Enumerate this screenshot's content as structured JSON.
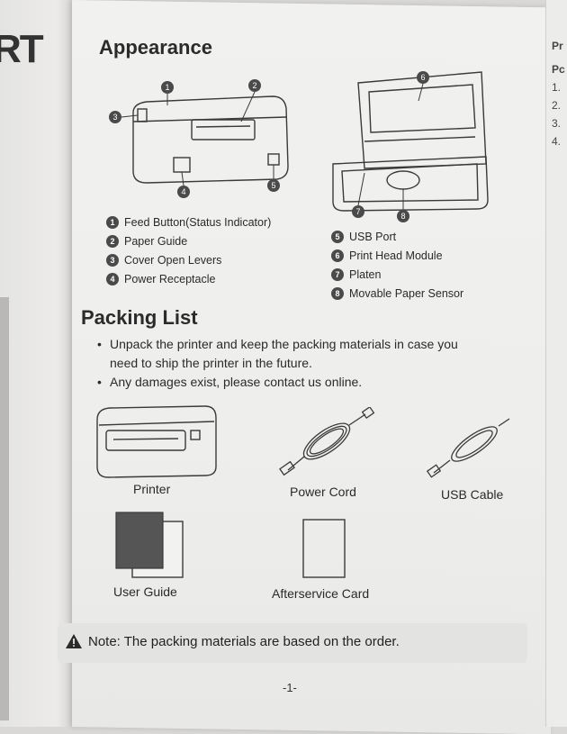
{
  "left_page": {
    "logo_fragment": "RT"
  },
  "right_page": {
    "lines": [
      "Pr",
      "Pc",
      "1.",
      "2.",
      "3.",
      "4."
    ]
  },
  "appearance": {
    "title": "Appearance",
    "callouts_left": [
      {
        "num": "1",
        "label": "Feed Button(Status Indicator)"
      },
      {
        "num": "2",
        "label": "Paper Guide"
      },
      {
        "num": "3",
        "label": "Cover Open Levers"
      },
      {
        "num": "4",
        "label": "Power Receptacle"
      }
    ],
    "callouts_right": [
      {
        "num": "5",
        "label": "USB Port"
      },
      {
        "num": "6",
        "label": "Print Head Module"
      },
      {
        "num": "7",
        "label": "Platen"
      },
      {
        "num": "8",
        "label": "Movable Paper Sensor"
      }
    ]
  },
  "packing": {
    "title": "Packing List",
    "bullets": [
      "Unpack the printer and keep the packing materials in case you need to ship the printer in the future.",
      "Any damages exist, please contact us online."
    ],
    "items": {
      "printer": "Printer",
      "power_cord": "Power Cord",
      "usb_cable": "USB Cable",
      "user_guide": "User Guide",
      "afterservice_card": "Afterservice Card"
    }
  },
  "note": {
    "text": "Note: The packing materials are based on the order."
  },
  "page_number": "-1-"
}
